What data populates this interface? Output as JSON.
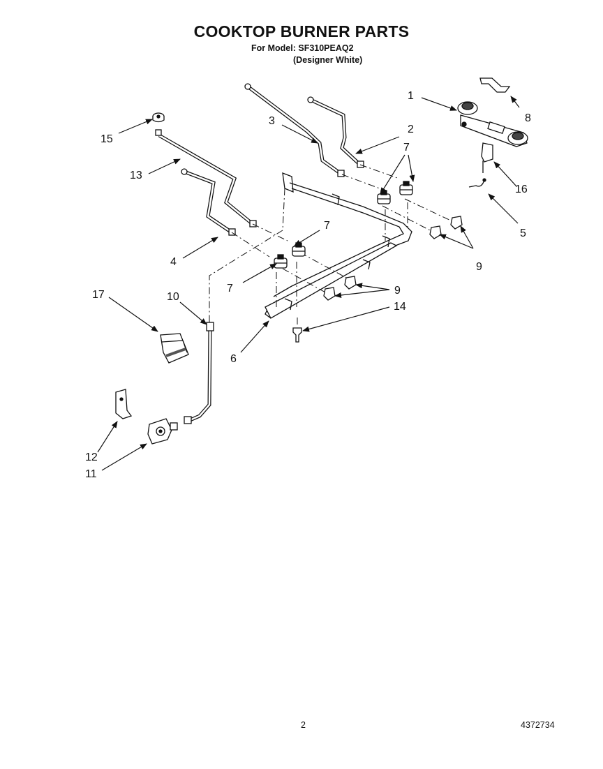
{
  "header": {
    "title": "COOKTOP BURNER PARTS",
    "model_line": "For Model: SF310PEAQ2",
    "variant_line": "(Designer White)"
  },
  "footer": {
    "page_number": "2",
    "document_number": "4372734"
  },
  "callouts": [
    "1",
    "2",
    "3",
    "4",
    "5",
    "6",
    "7",
    "7",
    "7",
    "8",
    "9",
    "9",
    "10",
    "11",
    "12",
    "13",
    "14",
    "15",
    "16",
    "17"
  ]
}
